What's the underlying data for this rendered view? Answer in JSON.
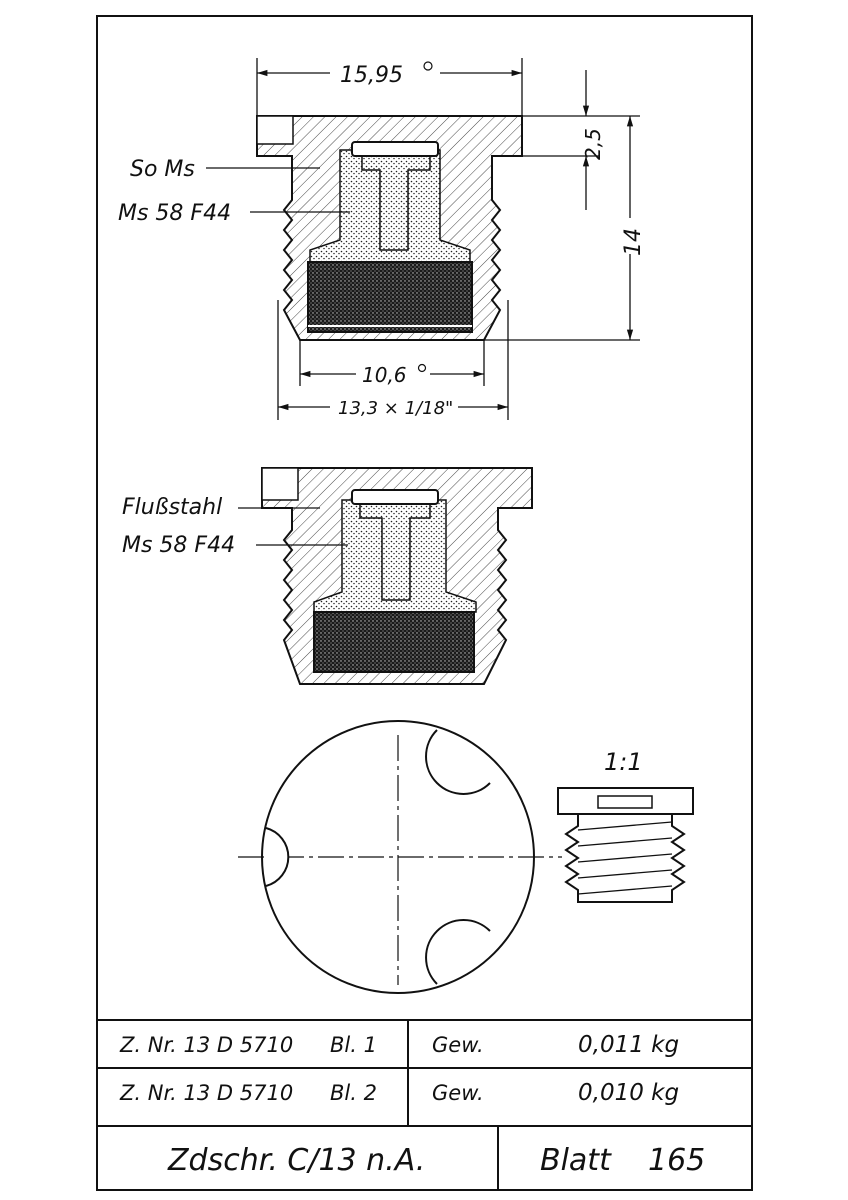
{
  "drawing_top": {
    "dim_outer_diameter": "15,95",
    "dim_head_height": "2,5",
    "dim_total_length": "14",
    "dim_inner_diameter": "10,6",
    "dim_thread": "13,3 × 1/18\"",
    "label_body_material": "So Ms",
    "label_insert_material": "Ms 58 F44"
  },
  "drawing_middle": {
    "label_body_material": "Flußstahl",
    "label_insert_material": "Ms 58 F44"
  },
  "scale_label": "1:1",
  "table": {
    "row1": {
      "znr": "Z. Nr. 13 D 5710",
      "blatt": "Bl. 1",
      "gew_label": "Gew.",
      "gew_value": "0,011 kg"
    },
    "row2": {
      "znr": "Z. Nr. 13 D 5710",
      "blatt": "Bl. 2",
      "gew_label": "Gew.",
      "gew_value": "0,010 kg"
    },
    "title": "Zdschr. C/13 n.A.",
    "sheet_label": "Blatt",
    "sheet_number": "165"
  }
}
